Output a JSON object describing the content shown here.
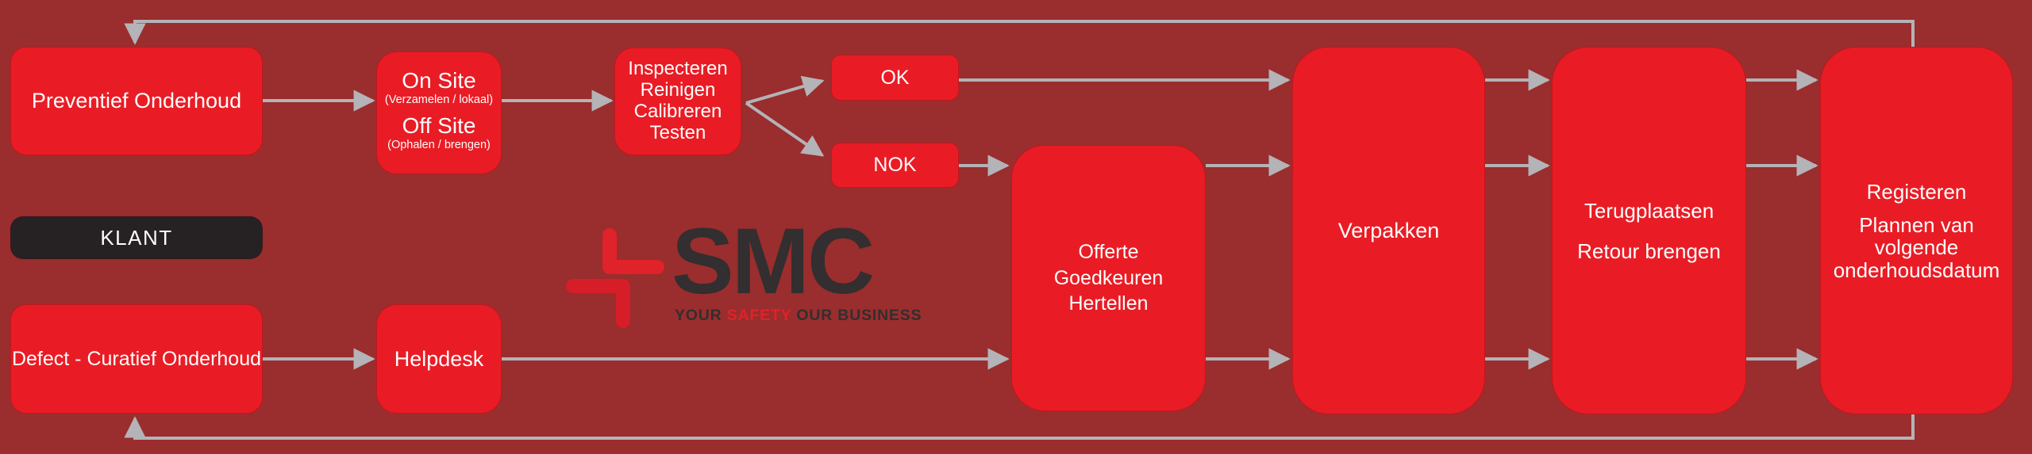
{
  "colors": {
    "background": "#9a2d2d",
    "node_red": "#e91c25",
    "node_dark": "#262223",
    "arrow_gray": "#b4b3b7",
    "text_white": "#fdfdfd",
    "logo_dark": "#332e2f",
    "logo_red": "#e0222a"
  },
  "nodes": {
    "preventief": {
      "label": "Preventief Onderhoud"
    },
    "klant": {
      "label": "KLANT"
    },
    "defect": {
      "label": "Defect - Curatief Onderhoud"
    },
    "onsite": {
      "line1": "On Site",
      "sub1": "(Verzamelen / lokaal)",
      "line2": "Off Site",
      "sub2": "(Ophalen / brengen)"
    },
    "helpdesk": {
      "label": "Helpdesk"
    },
    "inspecteren": {
      "lines": [
        "Inspecteren",
        "Reinigen",
        "Calibreren",
        "Testen"
      ]
    },
    "ok": {
      "label": "OK"
    },
    "nok": {
      "label": "NOK"
    },
    "offerte": {
      "lines": [
        "Offerte",
        "Goedkeuren",
        "Hertellen"
      ]
    },
    "verpakken": {
      "label": "Verpakken"
    },
    "terugplaatsen": {
      "lines": [
        "Terugplaatsen",
        "Retour brengen"
      ]
    },
    "registeren": {
      "line1": "Registeren",
      "line2": "Plannen van volgende onderhoudsdatum"
    }
  },
  "logo": {
    "brand": "SMC",
    "tagline_your": "YOUR ",
    "tagline_safety": "SAFETY",
    "tagline_rest": " OUR BUSINESS"
  }
}
